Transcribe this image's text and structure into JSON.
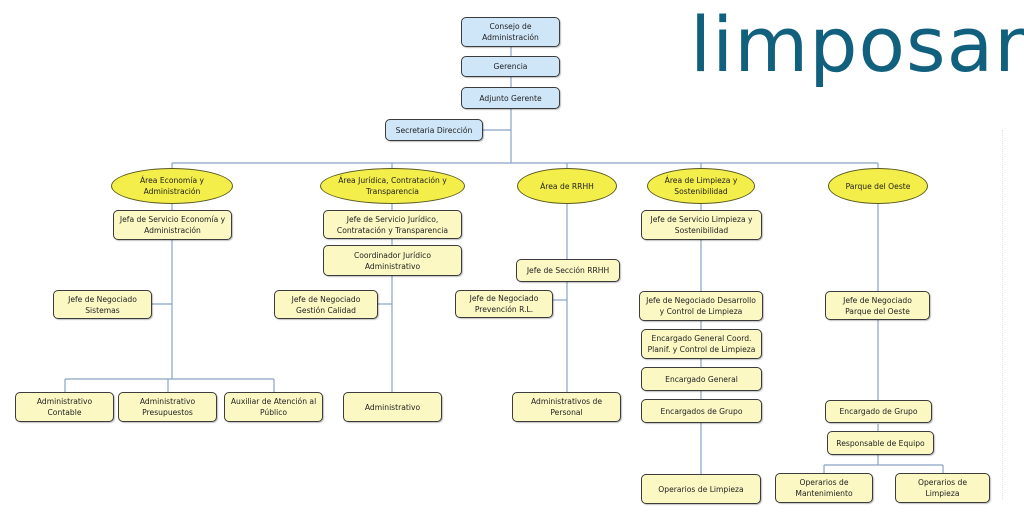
{
  "logo": {
    "text": "limposam",
    "color": "#11607d"
  },
  "colors": {
    "top_box": "#cfe6f8",
    "area_oval": "#f4ee4a",
    "unit_box": "#fbf8c4",
    "connector": "#8aa3c4"
  },
  "top": {
    "consejo": "Consejo de Administración",
    "gerencia": "Gerencia",
    "adjunto": "Adjunto Gerente",
    "secretaria": "Secretaria Dirección"
  },
  "areas": {
    "economia": {
      "title": "Área Economía y Administración",
      "jefe_servicio": "Jefa de Servicio Economía y Administración",
      "negociado": "Jefe de Negociado Sistemas",
      "staff": [
        "Administrativo Contable",
        "Administrativo Presupuestos",
        "Auxiliar de Atención al Público"
      ]
    },
    "juridica": {
      "title": "Área Jurídica, Contratación y Transparencia",
      "jefe_servicio": "Jefe de Servicio Jurídico, Contratación y Transparencia",
      "coordinador": "Coordinador Jurídico Administrativo",
      "negociado": "Jefe de Negociado Gestión Calidad",
      "staff": [
        "Administrativo"
      ]
    },
    "rrhh": {
      "title": "Área de RRHH",
      "jefe_seccion": "Jefe de Sección RRHH",
      "negociado": "Jefe de Negociado Prevención R.L.",
      "staff": [
        "Administrativos de Personal"
      ]
    },
    "limpieza": {
      "title": "Área de Limpieza y Sostenibilidad",
      "jefe_servicio": "Jefe de Servicio Limpieza y Sostenibilidad",
      "negociado": "Jefe de Negociado Desarrollo y Control de Limpieza",
      "encargado_coord": "Encargado General Coord. Planif. y Control de Limpieza",
      "encargado_general": "Encargado General",
      "encargados_grupo": "Encargados de Grupo",
      "staff": [
        "Operarios de Limpieza"
      ]
    },
    "parque": {
      "title": "Parque del Oeste",
      "negociado": "Jefe de Negociado Parque del Oeste",
      "encargado_grupo": "Encargado de Grupo",
      "responsable": "Responsable de Equipo",
      "staff": [
        "Operarios de Mantenimiento",
        "Operarios de Limpieza"
      ]
    }
  }
}
